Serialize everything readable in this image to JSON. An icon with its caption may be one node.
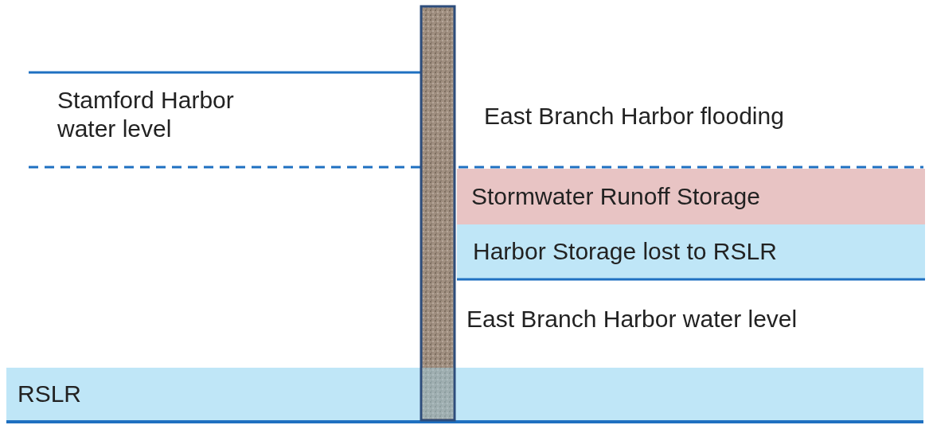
{
  "diagram": {
    "nodes": [
      {
        "text": [
          "Stormwater Runoff Storage"
        ]
      },
      {
        "text": [
          "Harbor Storage lost to RSLR"
        ]
      },
      {
        "text": [
          "RSLR"
        ]
      }
    ],
    "labels": [
      "Stamford Harbor water level",
      "East Branch Harbor flooding",
      "East Branch Harbor water level"
    ]
  }
}
